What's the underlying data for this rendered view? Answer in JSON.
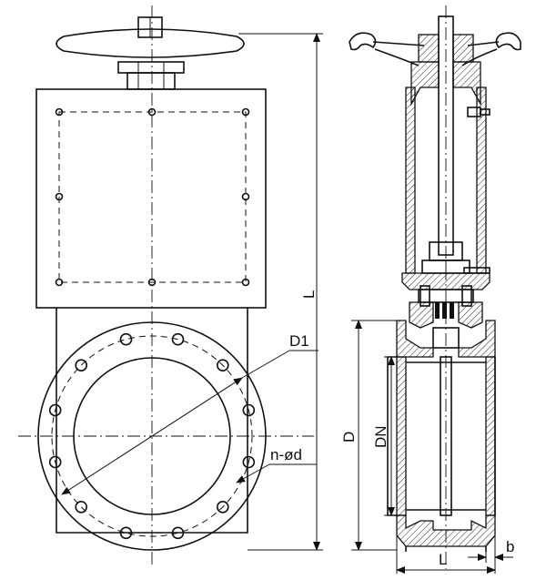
{
  "labels": {
    "d1": "D1",
    "hole": "n-ød",
    "length_main": "L",
    "d": "D",
    "dn": "DN",
    "length_body": "L",
    "b": "b"
  },
  "colors": {
    "line": "#111111",
    "background": "#ffffff"
  }
}
